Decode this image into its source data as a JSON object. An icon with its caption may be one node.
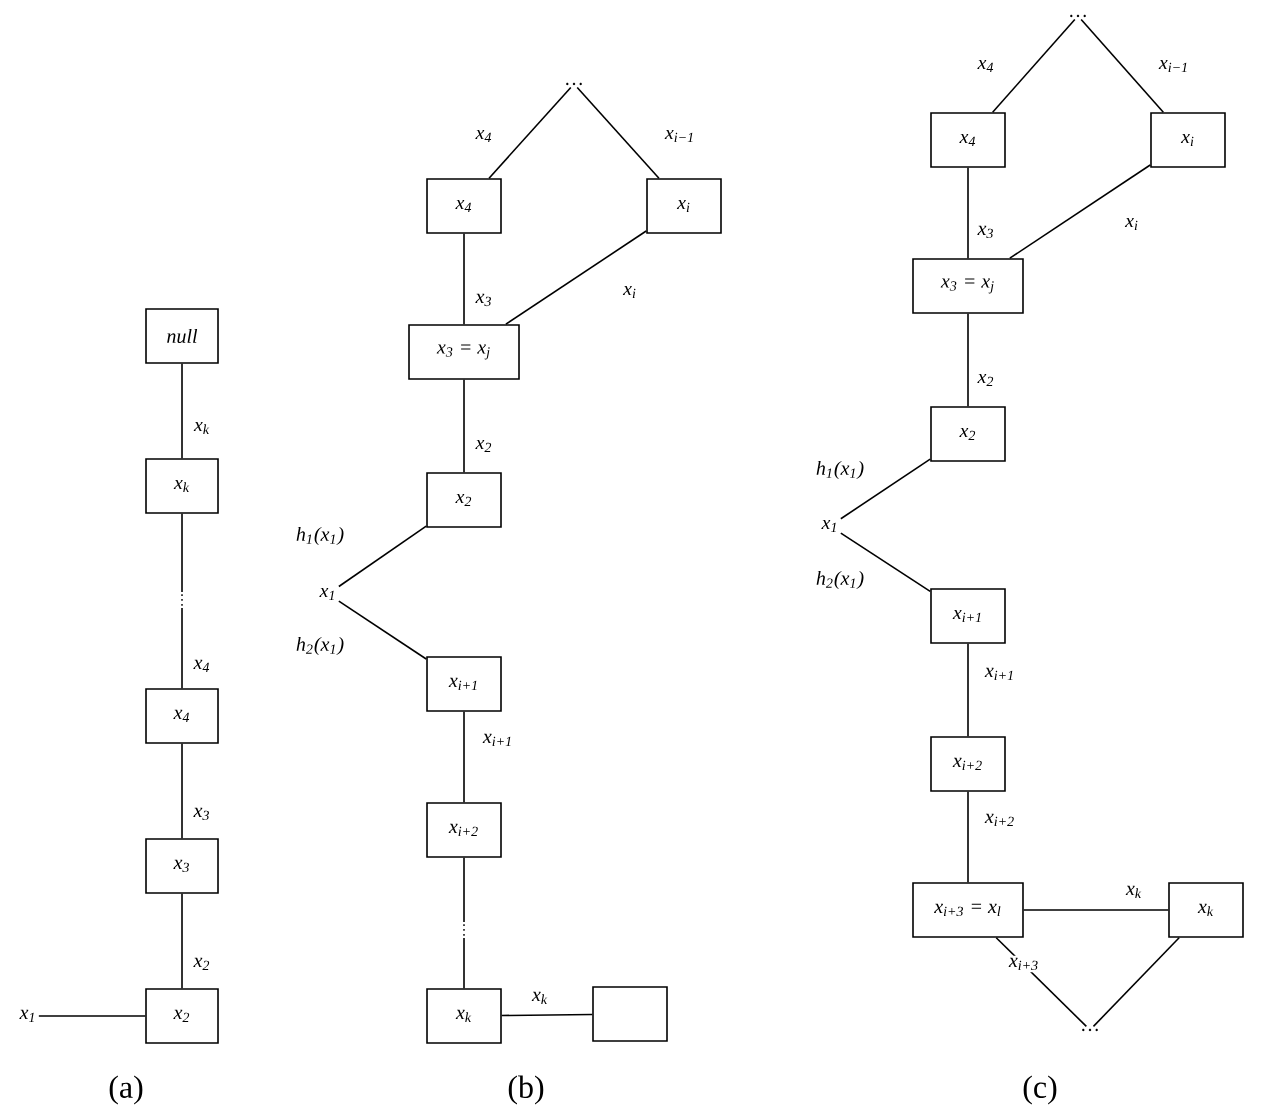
{
  "diagram": {
    "nodes": [
      {
        "text": [
          "null"
        ]
      },
      {
        "text": [
          "x$_{k}$"
        ]
      },
      {
        "text": [
          "⋮"
        ]
      },
      {
        "text": [
          "x$_{4}$"
        ]
      },
      {
        "text": [
          "x$_{3}$"
        ]
      },
      {
        "text": [
          "x$_{2}$"
        ]
      },
      {
        "text": [
          "x$_{1}$"
        ]
      },
      {
        "text": [
          "…"
        ]
      },
      {
        "text": [
          "x$_{4}$"
        ]
      },
      {
        "text": [
          "x$_{i}$"
        ]
      },
      {
        "text": [
          "x$_{3}$ = x$_{j}$"
        ]
      },
      {
        "text": [
          "x$_{2}$"
        ]
      },
      {
        "text": [
          "x$_{1}$"
        ]
      },
      {
        "text": [
          "x$_{i+1}$"
        ]
      },
      {
        "text": [
          "x$_{i+2}$"
        ]
      },
      {
        "text": [
          "⋮"
        ]
      },
      {
        "text": [
          "x$_{k}$"
        ]
      },
      {
        "text": [],
        "shape": "box"
      },
      {
        "text": [
          "…"
        ]
      },
      {
        "text": [
          "x$_{4}$"
        ]
      },
      {
        "text": [
          "x$_{i}$"
        ]
      },
      {
        "text": [
          "x$_{3}$ = x$_{j}$"
        ]
      },
      {
        "text": [
          "x$_{2}$"
        ]
      },
      {
        "text": [
          "x$_{1}$"
        ]
      },
      {
        "text": [
          "x$_{i+1}$"
        ]
      },
      {
        "text": [
          "x$_{i+2}$"
        ]
      },
      {
        "text": [
          "x$_{i+3}$ = x$_{l}$"
        ]
      },
      {
        "text": [
          "x$_{k}$"
        ]
      },
      {
        "text": [
          "…"
        ]
      }
    ],
    "edges": [
      {
        "from": 0,
        "to": 1,
        "arrow": "none",
        "label": "x$_{k}$"
      },
      {
        "from": 1,
        "to": 2,
        "arrow": "none"
      },
      {
        "from": 2,
        "to": 3,
        "arrow": "none",
        "label": "x$_{4}$"
      },
      {
        "from": 3,
        "to": 4,
        "arrow": "none",
        "label": "x$_{3}$"
      },
      {
        "from": 4,
        "to": 5,
        "arrow": "none",
        "label": "x$_{2}$"
      },
      {
        "from": 6,
        "to": 5,
        "arrow": "none"
      },
      {
        "from": 8,
        "to": 7,
        "arrow": "none",
        "label": "x$_{4}$"
      },
      {
        "from": 7,
        "to": 9,
        "arrow": "none",
        "label": "x$_{i−1}$"
      },
      {
        "from": 8,
        "to": 10,
        "arrow": "none",
        "label": "x$_{3}$"
      },
      {
        "from": 9,
        "to": 10,
        "arrow": "none",
        "label": "x$_{i}$"
      },
      {
        "from": 10,
        "to": 11,
        "arrow": "none",
        "label": "x$_{2}$"
      },
      {
        "from": 11,
        "to": 12,
        "arrow": "none",
        "label": "h$_{1}$(x$_{1}$)"
      },
      {
        "from": 12,
        "to": 13,
        "arrow": "none",
        "label": "h$_{2}$(x$_{1}$)"
      },
      {
        "from": 13,
        "to": 14,
        "arrow": "none",
        "label": "x$_{i+1}$"
      },
      {
        "from": 14,
        "to": 15,
        "arrow": "none"
      },
      {
        "from": 15,
        "to": 16,
        "arrow": "none"
      },
      {
        "from": 16,
        "to": 17,
        "arrow": "none",
        "label": "x$_{k}$"
      },
      {
        "from": 19,
        "to": 18,
        "arrow": "none",
        "label": "x$_{4}$"
      },
      {
        "from": 18,
        "to": 20,
        "arrow": "none",
        "label": "x$_{i−1}$"
      },
      {
        "from": 19,
        "to": 21,
        "arrow": "none",
        "label": "x$_{3}$"
      },
      {
        "from": 20,
        "to": 21,
        "arrow": "none",
        "label": "x$_{i}$"
      },
      {
        "from": 21,
        "to": 22,
        "arrow": "none",
        "label": "x$_{2}$"
      },
      {
        "from": 22,
        "to": 23,
        "arrow": "none",
        "label": "h$_{1}$(x$_{1}$)"
      },
      {
        "from": 23,
        "to": 24,
        "arrow": "none",
        "label": "h$_{2}$(x$_{1}$)"
      },
      {
        "from": 24,
        "to": 25,
        "arrow": "none",
        "label": "x$_{i+1}$"
      },
      {
        "from": 25,
        "to": 26,
        "arrow": "none",
        "label": "x$_{i+2}$"
      },
      {
        "from": 26,
        "to": 27,
        "arrow": "none",
        "label": "x$_{k}$"
      },
      {
        "from": 26,
        "to": 28,
        "arrow": "none",
        "label": "x$_{i+3}$"
      },
      {
        "from": 28,
        "to": 27,
        "arrow": "none"
      }
    ],
    "labels": [
      "(a)",
      "(b)",
      "(c)"
    ]
  }
}
